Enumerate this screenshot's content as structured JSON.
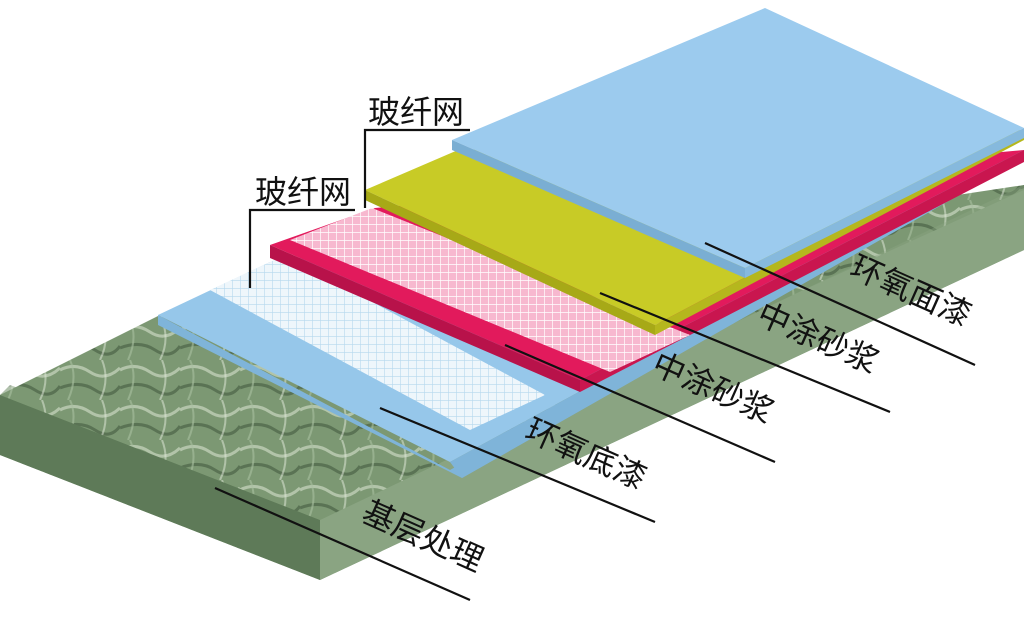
{
  "layers": {
    "base_label": "基层处理",
    "primer_label": "环氧底漆",
    "mortar_lower_label": "中涂砂浆",
    "mortar_upper_label": "中涂砂浆",
    "topcoat_label": "环氧面漆",
    "mesh_lower_label": "玻纤网",
    "mesh_upper_label": "玻纤网"
  },
  "colors": {
    "base": "#6f8f6a",
    "primer": "#96c7ea",
    "mortar_lower": "#e21a5c",
    "mortar_upper": "#c8cb26",
    "topcoat": "#9ccbee"
  }
}
